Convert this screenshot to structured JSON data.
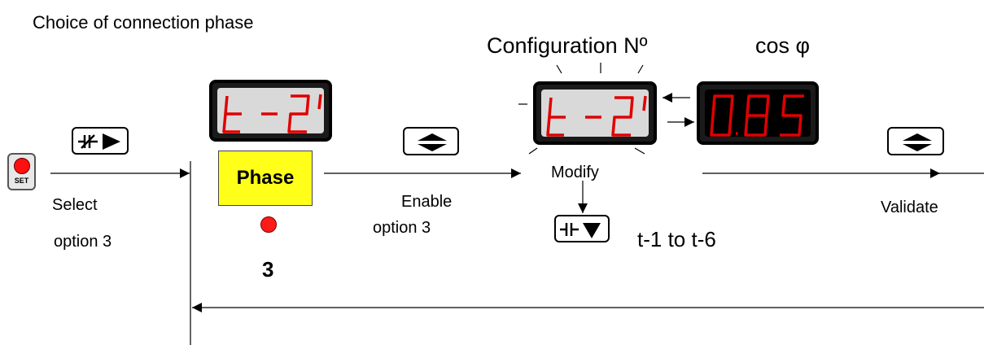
{
  "title": "Choice of connection phase",
  "config_label": "Configuration Nº",
  "cos_label": "cos φ",
  "displays": {
    "phase_display": "t -2",
    "config_display": "t -2",
    "cos_display": "0.85"
  },
  "phase_button": {
    "label": "Phase",
    "color": "#ffff1a"
  },
  "set_button": {
    "label": "SET",
    "color": "#ff1010"
  },
  "keys": {
    "right_key_icon": "capacitor-right-arrow-icon",
    "updown_key_icon": "up-down-arrows-icon",
    "down_key_icon": "capacitor-down-arrow-icon"
  },
  "labels": {
    "select": "Select",
    "option3_select": "option 3",
    "enable": "Enable",
    "option3_enable": "option 3",
    "modify": "Modify",
    "validate": "Validate",
    "number3": "3",
    "range": "t-1 to  t-6"
  },
  "colors": {
    "segment_red": "#e00000",
    "display_bg": "#d9d9d9",
    "led_red": "#ff1a1a"
  }
}
